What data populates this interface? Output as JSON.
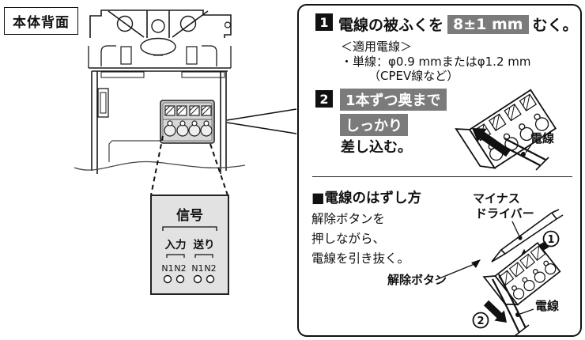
{
  "colors": {
    "highlight_bg": "#7b7b7b",
    "signal_box_bg": "#e2e2e2",
    "terminal_block_fill": "#c9c9c9",
    "line": "#111111"
  },
  "back_label": "本体背面",
  "signal": {
    "title": "信号",
    "group1": "入力",
    "group2": "送り",
    "t1": "N1",
    "t2": "N2",
    "t3": "N1",
    "t4": "N2"
  },
  "steps": {
    "one": {
      "num": "1",
      "pre": "電線の被ふくを",
      "highlight": "8±1 mm",
      "post": "むく。",
      "sub1": "＜適用電線＞",
      "sub2": "・単線：φ0.9 mmまたはφ1.2 mm",
      "sub3": "（CPEV線など）"
    },
    "two": {
      "num": "2",
      "hl1": "1本ずつ奥まで",
      "hl2": "しっかり",
      "post": "差し込む。",
      "wire_label": "電線"
    }
  },
  "removal": {
    "heading": "■電線のはずし方",
    "line1": "解除ボタンを",
    "line2": "押しながら、",
    "line3": "電線を引き抜く。",
    "driver1": "マイナス",
    "driver2": "ドライバー",
    "release": "解除ボタン",
    "wire": "電線",
    "n1": "1",
    "n2": "2"
  }
}
